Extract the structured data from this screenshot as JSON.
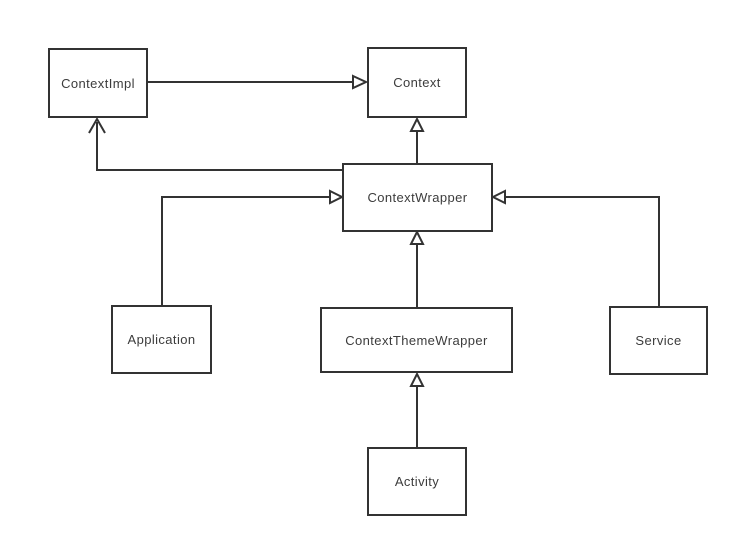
{
  "diagram": {
    "background": "#ffffff",
    "colors": {
      "line": "#333333",
      "box_border": "#333333",
      "box_fill": "#ffffff",
      "text": "#3c3c3c"
    },
    "nodes": {
      "context_impl": {
        "label": "ContextImpl"
      },
      "context": {
        "label": "Context"
      },
      "context_wrapper": {
        "label": "ContextWrapper"
      },
      "application": {
        "label": "Application"
      },
      "context_theme_wrapper": {
        "label": "ContextThemeWrapper"
      },
      "service": {
        "label": "Service"
      },
      "activity": {
        "label": "Activity"
      }
    },
    "edges": [
      {
        "from": "ContextImpl",
        "to": "Context",
        "arrowhead": "hollow-triangle",
        "route": "straight-horizontal"
      },
      {
        "from": "ContextWrapper",
        "to": "Context",
        "arrowhead": "hollow-triangle",
        "route": "straight-vertical"
      },
      {
        "from": "ContextWrapper",
        "to": "ContextImpl",
        "arrowhead": "open-v",
        "route": "left-then-up"
      },
      {
        "from": "Application",
        "to": "ContextWrapper",
        "arrowhead": "hollow-triangle",
        "route": "up-then-right"
      },
      {
        "from": "Service",
        "to": "ContextWrapper",
        "arrowhead": "hollow-triangle",
        "route": "up-then-left"
      },
      {
        "from": "ContextThemeWrapper",
        "to": "ContextWrapper",
        "arrowhead": "hollow-triangle",
        "route": "straight-vertical"
      },
      {
        "from": "Activity",
        "to": "ContextThemeWrapper",
        "arrowhead": "hollow-triangle",
        "route": "straight-vertical"
      }
    ]
  }
}
